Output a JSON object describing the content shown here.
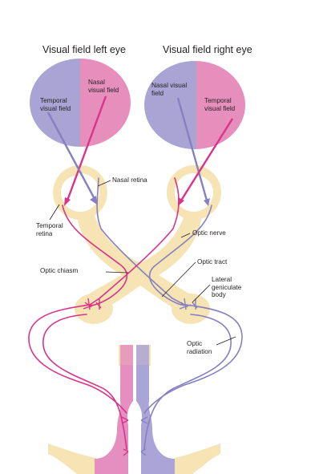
{
  "titles": {
    "left_eye": "Visual field left eye",
    "right_eye": "Visual field right eye"
  },
  "field_labels": {
    "left_temporal": "Temporal\nvisual field",
    "left_nasal": "Nasal\nvisual field",
    "right_nasal": "Nasal visual\nfield",
    "right_temporal": "Temporal\nvisual field"
  },
  "structure_labels": {
    "nasal_retina": "Nasal retina",
    "temporal_retina": "Temporal\nretina",
    "optic_nerve": "Optic nerve",
    "optic_chiasm": "Optic chiasm",
    "optic_tract": "Optic tract",
    "lateral_geniculate_body": "Lateral\ngeniculate\nbody",
    "optic_radiation": "Optic\nradiation"
  },
  "colors": {
    "purple_field": "#a9a4d4",
    "pink_field": "#e68fbd",
    "tissue": "#f7e4b4",
    "pink_pathway": "#d9338a",
    "purple_pathway": "#8580c0",
    "cortex_pink": "#e48fbf",
    "cortex_purple": "#aaa5d6"
  }
}
